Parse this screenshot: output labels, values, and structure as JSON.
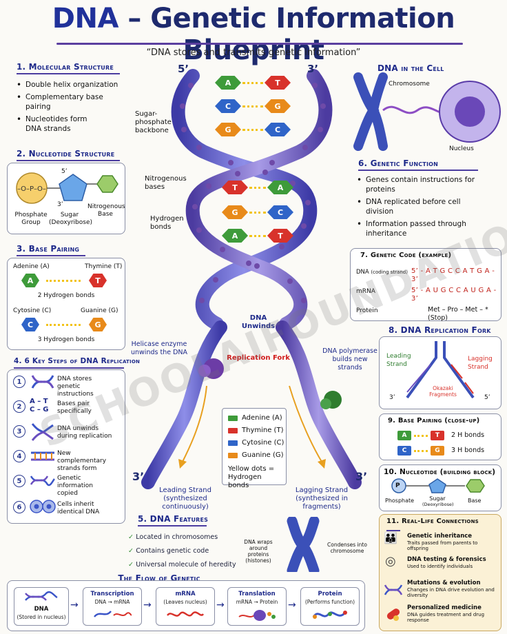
{
  "title": {
    "dna": "DNA",
    "rest": " – Genetic Information Blueprint"
  },
  "subtitle": "“DNA stores and transmits genetic information”",
  "sec1": {
    "title": "1. Molecular Structure",
    "items": [
      "Double helix organization",
      "Complementary base pairing",
      "Nucleotides form DNA strands"
    ]
  },
  "sec2": {
    "title": "2. Nucleotide Structure",
    "phosphate": "Phosphate Group",
    "sugar": "Sugar (Deoxyribose)",
    "base": "Nitrogenous Base",
    "five_prime": "5’",
    "three_prime": "3’"
  },
  "sec3": {
    "title": "3. Base Pairing",
    "adenine": "Adenine (A)",
    "thymine": "Thymine (T)",
    "at_bonds": "2 Hydrogen bonds",
    "cytosine": "Cytosine (C)",
    "guanine": "Guanine (G)",
    "cg_bonds": "3 Hydrogen bonds",
    "a": "A",
    "t": "T",
    "c": "C",
    "g": "G"
  },
  "sec4": {
    "title": "4. 6 Key Steps of DNA Replication",
    "steps": [
      {
        "num": "1",
        "text": "DNA stores genetic instructions"
      },
      {
        "num": "2",
        "text": "Bases pair specifically",
        "icon": "A – T\nC – G"
      },
      {
        "num": "3",
        "text": "DNA unwinds during replication"
      },
      {
        "num": "4",
        "text": "New complementary strands form"
      },
      {
        "num": "5",
        "text": "Genetic information copied"
      },
      {
        "num": "6",
        "text": "Cells inherit identical DNA"
      }
    ],
    "step2_icon_top": "A – T",
    "step2_icon_bottom": "C – G"
  },
  "helix": {
    "five_prime_top": "5’",
    "three_prime_top": "3’",
    "three_prime_left": "3’",
    "three_prime_right": "3’",
    "top_pairs": [
      [
        "A",
        "T"
      ],
      [
        "C",
        "G"
      ],
      [
        "G",
        "C"
      ]
    ],
    "mid_pairs": [
      [
        "T",
        "A"
      ],
      [
        "G",
        "C"
      ],
      [
        "A",
        "T"
      ]
    ],
    "label_backbone": "Sugar-phosphate backbone",
    "label_bases": "Nitrogenous bases",
    "label_hbonds": "Hydrogen bonds",
    "label_unwinds": "DNA Unwinds",
    "label_fork": "Replication Fork",
    "label_helicase": "Helicase enzyme unwinds the DNA",
    "label_polymerase": "DNA polymerase builds new strands",
    "leading": "Leading Strand",
    "leading_sub": "(synthesized continuously)",
    "lagging": "Lagging Strand",
    "lagging_sub": "(synthesized in fragments)"
  },
  "legend": {
    "items": [
      {
        "label": "Adenine (A)",
        "color": "#3e9b3a"
      },
      {
        "label": "Thymine (T)",
        "color": "#d8322b"
      },
      {
        "label": "Cytosine (C)",
        "color": "#2f64c8"
      },
      {
        "label": "Guanine (G)",
        "color": "#e88a1a"
      }
    ],
    "note": "Yellow dots = Hydrogen bonds"
  },
  "cell": {
    "title": "DNA in the Cell",
    "chromosome": "Chromosome",
    "nucleus": "Nucleus"
  },
  "sec6": {
    "title": "6. Genetic Function",
    "items": [
      "Genes contain instructions for proteins",
      "DNA replicated before cell division",
      "Information passed through inheritance"
    ]
  },
  "sec7": {
    "title": "7. Genetic Code (example)",
    "dna_label": "DNA",
    "dna_sub": "(coding strand)",
    "dna_seq": "5’ - A T G C C A T G A - 3’",
    "mrna_label": "mRNA",
    "mrna_seq": "5’ - A U G C C A U G A - 3’",
    "protein_label": "Protein",
    "protein_seq": "Met – Pro – Met – * (Stop)"
  },
  "sec8": {
    "title": "8. DNA Replication Fork",
    "leading": "Leading Strand",
    "lagging": "Lagging Strand",
    "okazaki": "Okazaki Fragments",
    "three_prime": "3’",
    "five_prime": "5’"
  },
  "sec9": {
    "title": "9. Base Pairing (close-up)",
    "at": "2 H bonds",
    "cg": "3 H bonds",
    "a": "A",
    "t": "T",
    "c": "C",
    "g": "G"
  },
  "sec10": {
    "title": "10. Nucleotide (building block)",
    "p": "P",
    "phosphate": "Phosphate",
    "sugar": "Sugar",
    "sugar_sub": "(Deoxyribose)",
    "base": "Base"
  },
  "sec5": {
    "title": "5. DNA Features",
    "items": [
      "Located in chromosomes",
      "Contains genetic code",
      "Universal molecule of heredity"
    ],
    "wraps": "DNA wraps around proteins (histones)",
    "condenses": "Condenses into chromosome"
  },
  "sec11": {
    "title": "11. Real-Life Connections",
    "items": [
      {
        "title": "Genetic inheritance",
        "sub": "Traits passed from parents to offspring"
      },
      {
        "title": "DNA testing & forensics",
        "sub": "Used to identify individuals"
      },
      {
        "title": "Mutations & evolution",
        "sub": "Changes in DNA drive evolution and diversity"
      },
      {
        "title": "Personalized medicine",
        "sub": "DNA guides treatment and drug response"
      }
    ]
  },
  "flow": {
    "title": "The Flow of Genetic Information",
    "boxes": [
      {
        "title": "DNA",
        "sub": "(Stored in nucleus)"
      },
      {
        "title": "Transcription",
        "sub": "DNA → mRNA"
      },
      {
        "title": "mRNA",
        "sub": "(Leaves nucleus)"
      },
      {
        "title": "Translation",
        "sub": "mRNA → Protein"
      },
      {
        "title": "Protein",
        "sub": "(Performs function)"
      }
    ]
  },
  "watermark": "SCHOOLAIFOUNDATION",
  "colors": {
    "A": "#3e9b3a",
    "T": "#d8322b",
    "C": "#2f64c8",
    "G": "#e88a1a",
    "accent": "#1e2a8a",
    "helix": "#5b57c8"
  }
}
